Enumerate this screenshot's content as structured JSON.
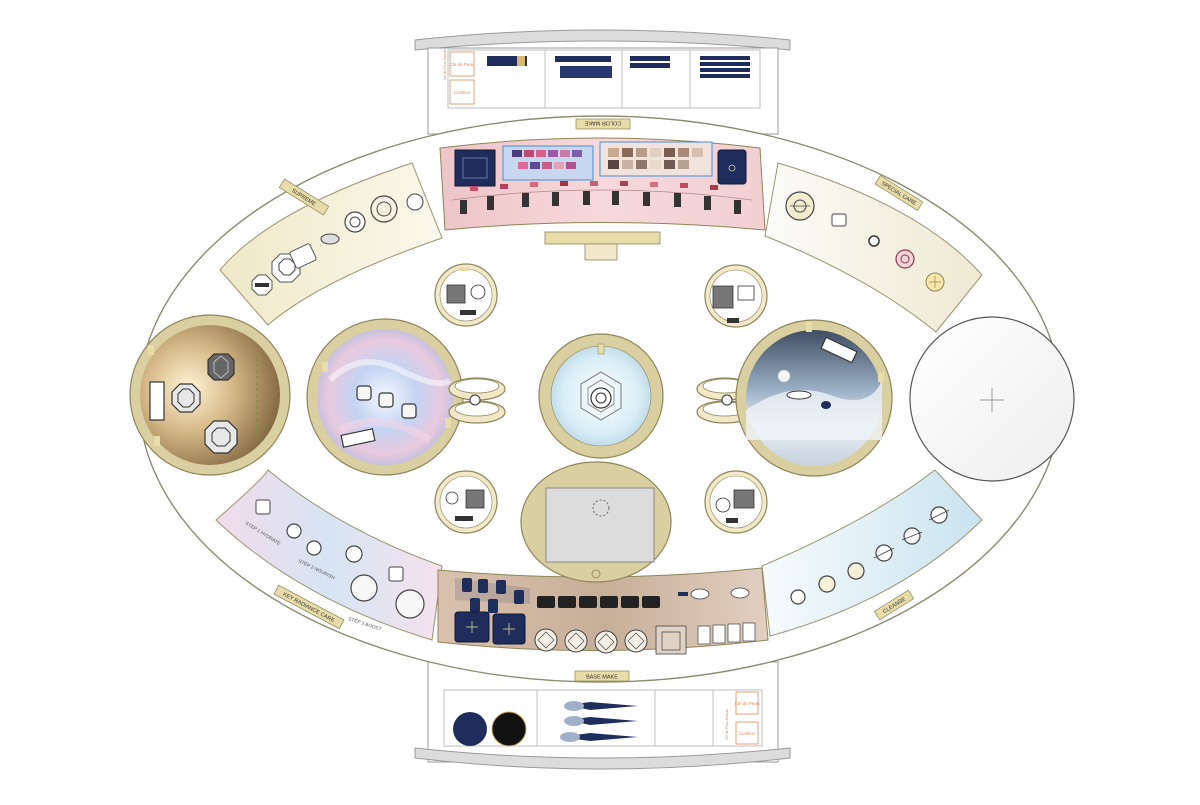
{
  "sections": {
    "color_make": "COLOR MAKE",
    "supreme": "SUPREME",
    "special_care": "SPECIAL CARE",
    "key_radiance_care": "KEY RADIANCE CARE",
    "cleanse": "CLEANSE",
    "base_make": "BASE MAKE"
  },
  "steps": {
    "step1": "STEP 1 HYDRATE",
    "step2": "STEP 2 NOURISH",
    "step3": "STEP 3 BOOST"
  },
  "signage": {
    "top_logo": "Clé de Peau",
    "top_sub": "Clé de Peau Beauté",
    "top_button": "Cushion",
    "bottom_logo": "Clé de Peau",
    "bottom_sub": "Clé de Peau Beauté",
    "bottom_button": "Cushion"
  },
  "colors": {
    "gold": "#d9cfa0",
    "gold_dark": "#b4a672",
    "navy": "#1f2d5c",
    "pink": "#f0c8cc",
    "mauve": "#d8c0b0",
    "ice": "#cfe4ee",
    "outline": "#7b7458"
  },
  "icons": [
    "crosshair-icon",
    "octagon-jar-icon",
    "round-jar-icon",
    "compact-icon",
    "brush-icon",
    "bottle-icon",
    "mirror-icon",
    "logo-mark-icon"
  ]
}
